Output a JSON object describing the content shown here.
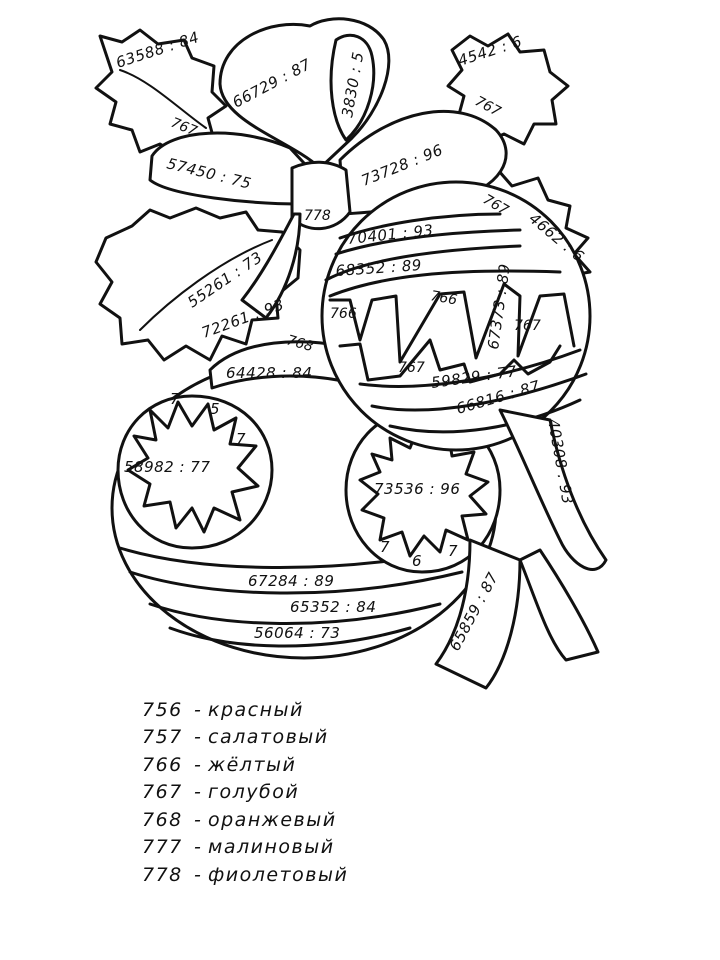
{
  "picture": {
    "bow_expressions": [
      "63588 : 84",
      "66729 : 87",
      "3830 : 5",
      "4542 : 6",
      "57450 : 75",
      "73728 : 96",
      "4662 : 6"
    ],
    "bow_answers": [
      "767",
      "767",
      "778",
      "767"
    ],
    "leaf_expressions": [
      "55261 : 73",
      "72261 : 93"
    ],
    "small_ball_expressions": [
      "70401 : 93",
      "68352 : 89",
      "67373 : 89",
      "59829 : 77",
      "66816 : 87"
    ],
    "small_ball_answers": [
      "766",
      "766",
      "767",
      "767",
      "768"
    ],
    "big_ball_expressions": [
      "64428 : 84",
      "58982 : 77",
      "73536 : 96",
      "67284 : 89",
      "65352 : 84",
      "56064 : 73"
    ],
    "star_digits_left": [
      "7",
      "5",
      "7"
    ],
    "star_digits_right": [
      "7",
      "6",
      "7"
    ],
    "ribbon_expressions": [
      "40308 : 93",
      "65859 : 87"
    ]
  },
  "legend": [
    {
      "number": "756",
      "color": "красный"
    },
    {
      "number": "757",
      "color": "салатовый"
    },
    {
      "number": "766",
      "color": "жёлтый"
    },
    {
      "number": "767",
      "color": "голубой"
    },
    {
      "number": "768",
      "color": "оранжевый"
    },
    {
      "number": "777",
      "color": "малиновый"
    },
    {
      "number": "778",
      "color": "фиолетовый"
    }
  ]
}
